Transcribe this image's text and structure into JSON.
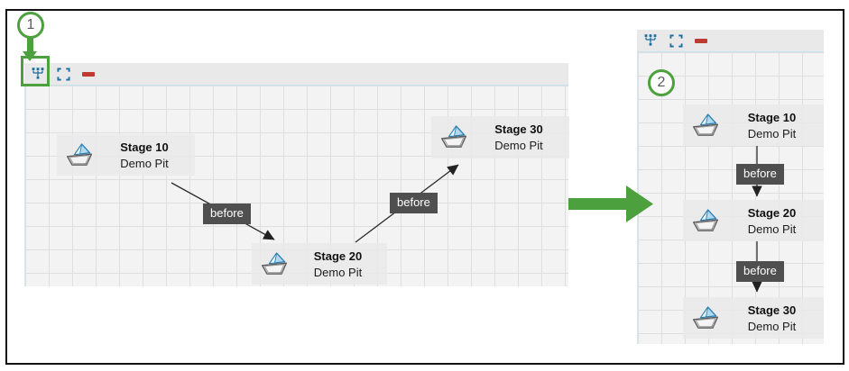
{
  "callouts": {
    "step1": "1",
    "step2": "2"
  },
  "toolbar": {
    "icons": [
      "hierarchy-layout-icon",
      "fit-to-screen-icon",
      "remove-icon"
    ]
  },
  "left_panel": {
    "nodes": [
      {
        "title": "Stage 10",
        "subtitle": "Demo Pit"
      },
      {
        "title": "Stage 20",
        "subtitle": "Demo Pit"
      },
      {
        "title": "Stage 30",
        "subtitle": "Demo Pit"
      }
    ],
    "edges": [
      {
        "label": "before"
      },
      {
        "label": "before"
      }
    ]
  },
  "right_panel": {
    "nodes": [
      {
        "title": "Stage 10",
        "subtitle": "Demo Pit"
      },
      {
        "title": "Stage 20",
        "subtitle": "Demo Pit"
      },
      {
        "title": "Stage 30",
        "subtitle": "Demo Pit"
      }
    ],
    "edges": [
      {
        "label": "before"
      },
      {
        "label": "before"
      }
    ]
  },
  "colors": {
    "accent_green": "#4da03e",
    "toolbar_icon_blue": "#1d6e9e",
    "remove_red": "#bf3a30",
    "edge_label_bg": "#4f4f4f"
  }
}
